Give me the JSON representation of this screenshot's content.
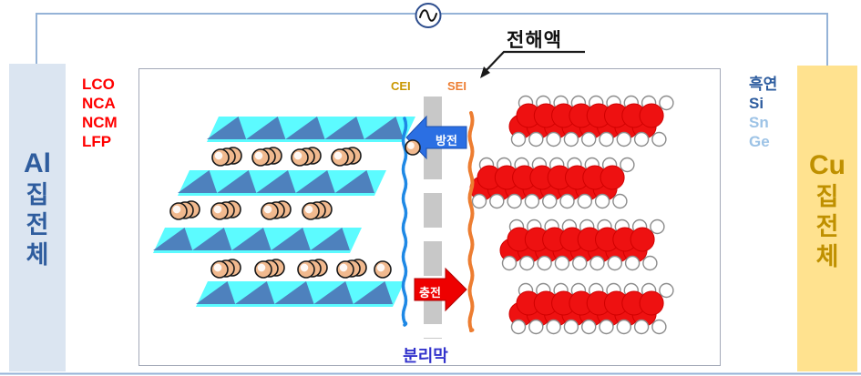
{
  "labels": {
    "electrolyte": "전해액",
    "separator": "분리막",
    "cei": "CEI",
    "sei": "SEI",
    "discharge": "방전",
    "charge": "충전"
  },
  "cathode": {
    "materials": [
      "LCO",
      "NCA",
      "NCM",
      "LFP"
    ],
    "collector_lines": [
      "Al",
      "집",
      "전",
      "체"
    ]
  },
  "anode": {
    "materials": [
      "흑연",
      "Si",
      "Sn",
      "Ge"
    ],
    "collector_lines": [
      "Cu",
      "집",
      "전",
      "체"
    ]
  },
  "colors": {
    "wire": "#95B3D7",
    "ac_source_stroke": "#2E4E8E",
    "ac_wave": "#111111",
    "cathode_triangle": "#4E81BD",
    "cathode_layer_cyan": "#5CFBFF",
    "lithium_ion_fill": "#F1B98E",
    "lithium_ion_stroke": "#1A1A1A",
    "anode_atom_red": "#EE1111",
    "anode_atom_red_edge": "#D00000",
    "anode_atom_white_stroke": "#8C8C8C",
    "cei_line_blue": "#1E88E5",
    "sei_line_orange": "#ED7D31",
    "separator_gray": "#C8C8C8",
    "discharge_blue": "#2B6FE3",
    "discharge_edge": "#1A4FB0",
    "charge_red": "#EE0000",
    "charge_edge": "#B00000",
    "pointer_black": "#1A1A1A",
    "cei_text": "#C99700",
    "sei_text": "#ED7D31",
    "separator_text": "#3333CC",
    "cathode_text": "#FF0000",
    "anode_text_dark": "#2E5D9F",
    "anode_text_light": "#9DC3E6",
    "al_box_bg": "#DBE5F1",
    "al_box_text": "#2F5D9E",
    "cu_box_bg": "#FFE28F",
    "cu_box_text": "#BF9000"
  }
}
